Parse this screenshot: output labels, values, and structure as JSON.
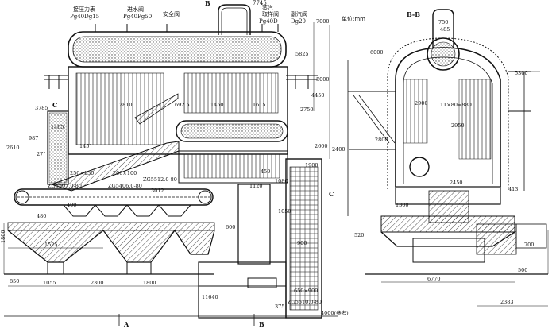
{
  "labels": {
    "units": "单位:mm",
    "section_bb": "B-B",
    "pressure_gauge": "接压力表",
    "pressure_gauge_spec": "Pg40Dg15",
    "feed_valve": "进水阀",
    "feed_valve_spec": "Pg40Pg50",
    "safety_valve": "安全阀",
    "steam_sampling_valve_a": "蒸汽",
    "steam_sampling_valve_b": "取样阀",
    "steam_sampling_valve_spec": "Pg40D",
    "aux_steam_valve": "副汽阀",
    "aux_steam_valve_spec": "Dg20",
    "section_b_top": "B",
    "section_c_left": "C",
    "section_c_right": "C",
    "section_a_bottom": "A",
    "section_b_bottom": "B",
    "ref_4000": "4000(参考)"
  },
  "dims": {
    "d7745": "7745",
    "d7000": "7000",
    "d5825": "5825",
    "d5000": "5000",
    "d4450": "4450",
    "d3785": "3785",
    "d2810": "2810",
    "d692_5": "692.5",
    "d1450": "1450",
    "d1615": "1615",
    "d2750": "2750",
    "d2600": "2600",
    "d2610": "2610",
    "d987": "987",
    "d1465": "1465",
    "d145": "145°",
    "d27": "27°",
    "d1900": "1900",
    "d450": "450",
    "d1120": "1120",
    "d1080": "1080",
    "d1050": "1050",
    "d250x150": "250×150",
    "d200x100": "200×100",
    "d3012": "3012",
    "zg_a": "ZG5512.0-80",
    "zg_b": "ZG5507.0-80",
    "zg_c": "ZG5406.0-80",
    "d400": "400",
    "d480": "480",
    "d600": "600",
    "d1525": "1525",
    "d1800": "1800",
    "d850": "850",
    "d1055": "1055",
    "d2300": "2300",
    "d1800b": "1800",
    "d11640": "11640",
    "d900": "900",
    "d375": "375",
    "d650x900": "650×900",
    "zg_d": "ZG5510.0-80",
    "d6000": "6000",
    "d750": "750",
    "d485": "485",
    "d5300": "5300",
    "d2900": "2900",
    "d2950": "2950",
    "d2800": "2800",
    "d2400": "2400",
    "d2450": "2450",
    "d413": "413",
    "d1300": "1300",
    "d520": "520",
    "d700": "700",
    "d500": "500",
    "d6770": "6770",
    "d2383": "2383",
    "d11x80": "11×80=880"
  }
}
